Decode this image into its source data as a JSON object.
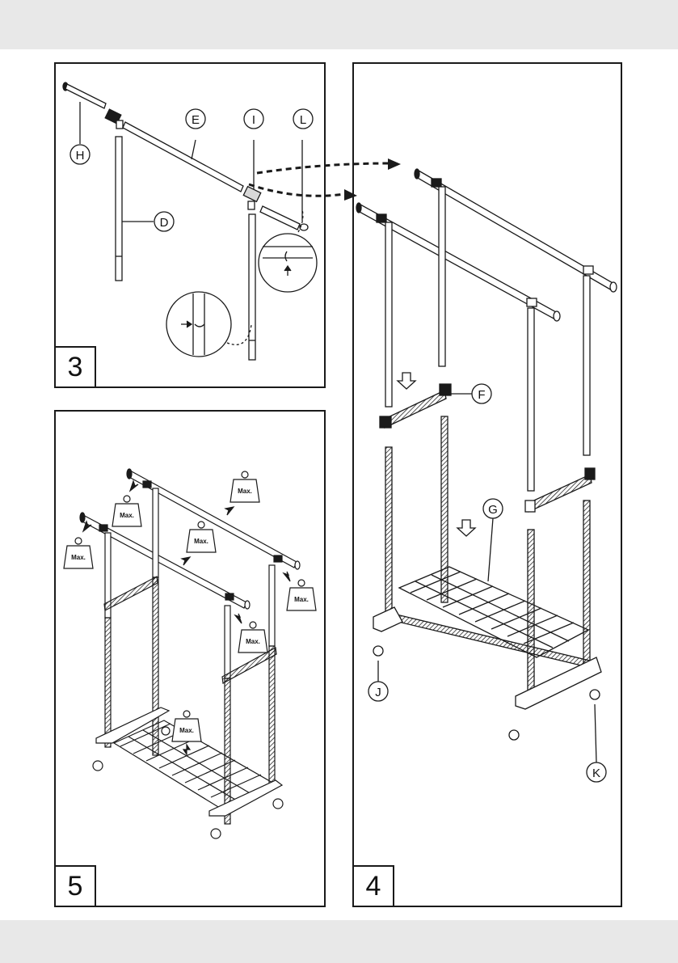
{
  "steps": {
    "three": "3",
    "four": "4",
    "five": "5"
  },
  "labels": {
    "H": "H",
    "E": "E",
    "I": "I",
    "L": "L",
    "D": "D",
    "F": "F",
    "G": "G",
    "J": "J",
    "K": "K"
  },
  "weight_label": "Max.",
  "colors": {
    "line": "#1a1a1a",
    "band": "#e8e8e8",
    "fill": "#ffffff"
  },
  "icons": [
    "weight-icon",
    "down-arrow-icon",
    "dashed-arrow-icon",
    "magnifier-circle-icon"
  ]
}
